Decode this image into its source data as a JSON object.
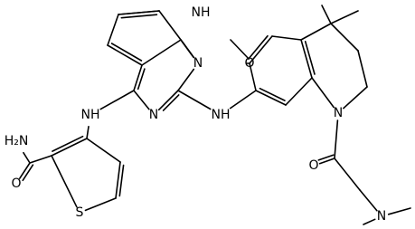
{
  "colors": {
    "bond": "#000000",
    "background": "#ffffff"
  },
  "labels": {
    "nh_pyrrole": "NH",
    "n_pyrimidine_top": "N",
    "n_pyrimidine_bottom": "N",
    "nh_left": "NH",
    "nh_right": "NH",
    "o_methoxy": "O",
    "n_quinoline": "N",
    "o_carbonyl": "O",
    "n_dimethylamine": "N",
    "h2n_amide": "H₂N",
    "o_amide": "O",
    "s_thiophene": "S"
  }
}
